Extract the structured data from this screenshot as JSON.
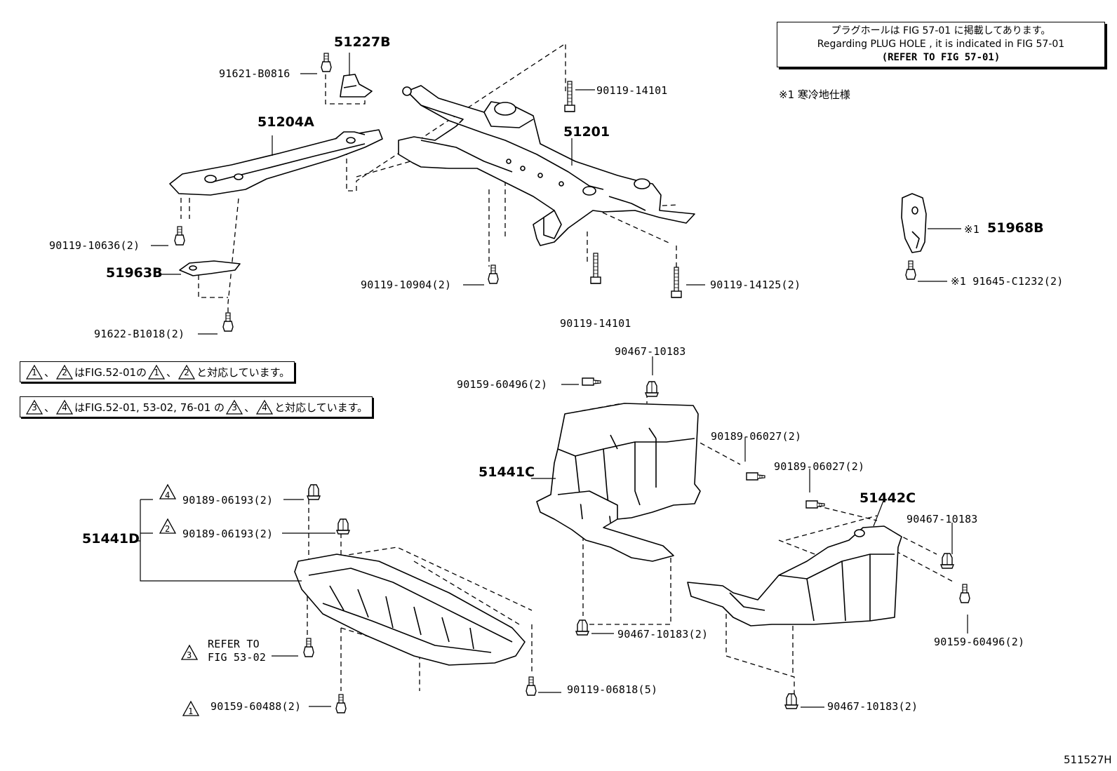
{
  "note": {
    "line1": "プラグホールは FIG 57-01 に掲載してあります。",
    "line2": "Regarding PLUG HOLE , it is indicated in FIG 57-01",
    "line3": "(REFER TO FIG 57-01)"
  },
  "cold_spec": "※1 寒冷地仕様",
  "box1": {
    "m1": "1",
    "sep1": "、",
    "m2": "2",
    "text1": "はFIG.52-01の",
    "m3": "1",
    "sep2": "、",
    "m4": "2",
    "text2": "と対応しています。"
  },
  "box2": {
    "m1": "3",
    "sep1": "、",
    "m2": "4",
    "text1": "はFIG.52-01, 53-02, 76-01 の",
    "m3": "3",
    "sep2": "、",
    "m4": "4",
    "text2": "と対応しています。"
  },
  "labels": {
    "p51227B": "51227B",
    "p91621": "91621-B0816",
    "p51204A": "51204A",
    "p90119_14101_top": "90119-14101",
    "p51201": "51201",
    "p90119_10636": "90119-10636(2)",
    "p51963B": "51963B",
    "p91622": "91622-B1018(2)",
    "p90119_10904": "90119-10904(2)",
    "p90119_14101_bot": "90119-14101",
    "p90119_14125": "90119-14125(2)",
    "p51968B": "51968B",
    "p51968B_mark": "※1",
    "p91645": "※1 91645-C1232(2)",
    "p90467_10183_a": "90467-10183",
    "p90159_60496_a": "90159-60496(2)",
    "p90189_06027_a": "90189-06027(2)",
    "p90189_06027_b": "90189-06027(2)",
    "p51441C": "51441C",
    "p51442C": "51442C",
    "p90467_10183_b": "90467-10183",
    "p90159_60496_b": "90159-60496(2)",
    "p90467_10183_c": "90467-10183(2)",
    "p90467_10183_d": "90467-10183(2)",
    "p51441D": "51441D",
    "p90189_06193_a": "90189-06193(2)",
    "p90189_06193_a_mark": "4",
    "p90189_06193_b": "90189-06193(2)",
    "p90189_06193_b_mark": "2",
    "refer_mark": "3",
    "refer1": "REFER TO",
    "refer2": "FIG 53-02",
    "p90119_06818": "90119-06818(5)",
    "p90159_60488": "90159-60488(2)",
    "p90159_60488_mark": "1",
    "fig_code": "511527H"
  }
}
